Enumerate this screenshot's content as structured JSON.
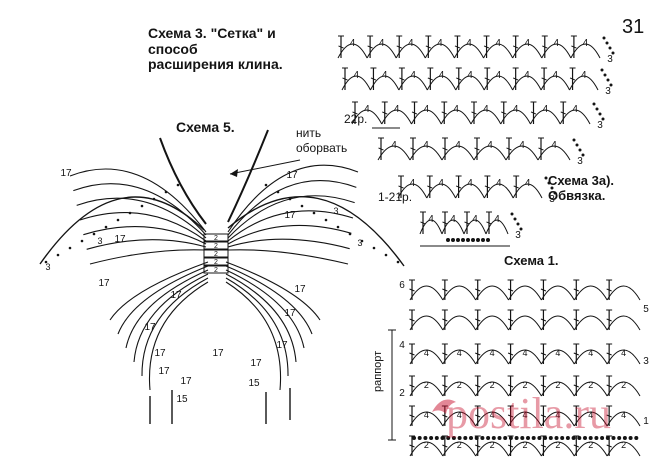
{
  "page_number": "31",
  "scheme3": {
    "title_line1": "Схема 3. \"Сетка\" и",
    "title_line2": "способ",
    "title_line3": "расширения клина.",
    "row_label_top": "22р.",
    "row_label_bottom": "1-21р.",
    "cell_number": "4",
    "edge_number": "3"
  },
  "scheme3a": {
    "title_line1": "Схема 3а).",
    "title_line2": "Обвязка."
  },
  "scheme5": {
    "title": "Схема 5.",
    "note_line1": "нить",
    "note_line2": "оборвать",
    "num_17": "17",
    "num_15": "15",
    "num_2": "2",
    "num_3": "3"
  },
  "scheme1": {
    "title": "Схема 1.",
    "rapport_label": "раппорт",
    "row_6": "6",
    "row_5": "5",
    "row_4": "4",
    "row_3": "3",
    "row_2": "2",
    "row_1": "1",
    "cell_2": "2",
    "cell_4": "4"
  },
  "watermark": "postila.ru",
  "colors": {
    "ink": "#141414",
    "watermark": "#c8102e",
    "paper": "#ffffff"
  }
}
